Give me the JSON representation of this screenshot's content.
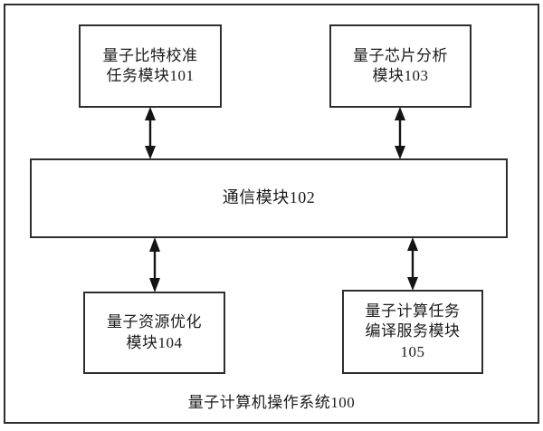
{
  "diagram": {
    "type": "block-diagram",
    "caption": "量子计算机操作系统100",
    "frame_label": "量子计算机操作系统100",
    "colors": {
      "background": "#ffffff",
      "stroke": "#2e2e2e",
      "text": "#1b1b1b"
    },
    "boxes": [
      {
        "id": "101",
        "name": "qubit-calibration-task-module",
        "label": "量子比特校准\n任务模块101",
        "number": "101"
      },
      {
        "id": "103",
        "name": "quantum-chip-analysis-module",
        "label": "量子芯片分析\n模块103",
        "number": "103"
      },
      {
        "id": "102",
        "name": "communication-module",
        "label": "通信模块102",
        "number": "102"
      },
      {
        "id": "104",
        "name": "quantum-resource-optimization-module",
        "label": "量子资源优化\n模块104",
        "number": "104"
      },
      {
        "id": "105",
        "name": "quantum-computing-task-compilation-service-module",
        "label": "量子计算任务\n编译服务模块\n105",
        "number": "105"
      }
    ],
    "connectors": [
      {
        "from": "101",
        "to": "102",
        "style": "double-arrow"
      },
      {
        "from": "103",
        "to": "102",
        "style": "double-arrow"
      },
      {
        "from": "102",
        "to": "104",
        "style": "double-arrow"
      },
      {
        "from": "102",
        "to": "105",
        "style": "double-arrow"
      }
    ]
  }
}
